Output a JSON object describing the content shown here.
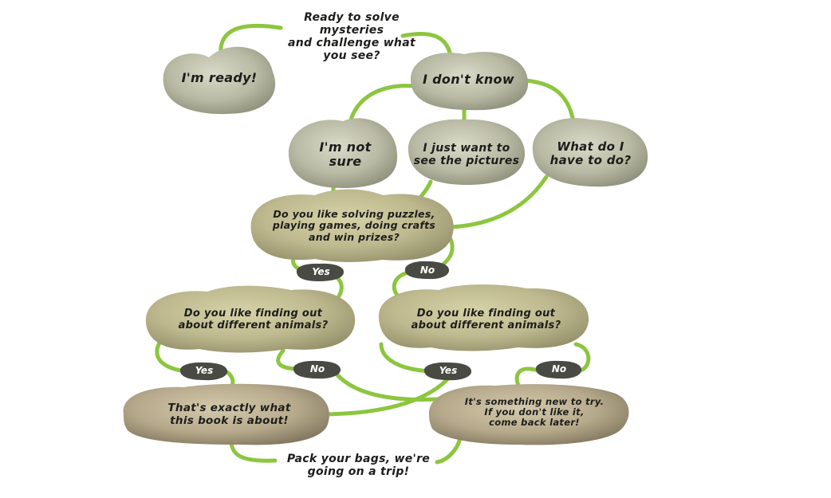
{
  "flowchart": {
    "intro": "Ready to solve mysteries\nand challenge what\nyou see?",
    "ready": "I'm ready!",
    "dont_know": "I don't know",
    "not_sure": "I'm not\nsure",
    "pictures": "I just want to\nsee the pictures",
    "what_do": "What do I\nhave to do?",
    "puzzles": "Do you like solving puzzles,\nplaying games, doing crafts\nand win prizes?",
    "animals_left": "Do you like finding out\nabout different animals?",
    "animals_right": "Do you like finding out\nabout different animals?",
    "exactly": "That's exactly what\nthis book is about!",
    "new_try": "It's something new to try.\nIf you don't like it,\ncome back later!",
    "pack": "Pack your bags, we're\ngoing on a trip!",
    "answers": {
      "yes_1": "Yes",
      "no_1": "No",
      "yes_2": "Yes",
      "no_2": "No",
      "yes_3": "Yes",
      "no_3": "No"
    }
  },
  "colors": {
    "connector": "#8cc63f",
    "stone_grey": "#b3b39c",
    "stone_olive": "#b8b48a",
    "stone_tan": "#b5a98a",
    "pill": "#4a4a44"
  }
}
